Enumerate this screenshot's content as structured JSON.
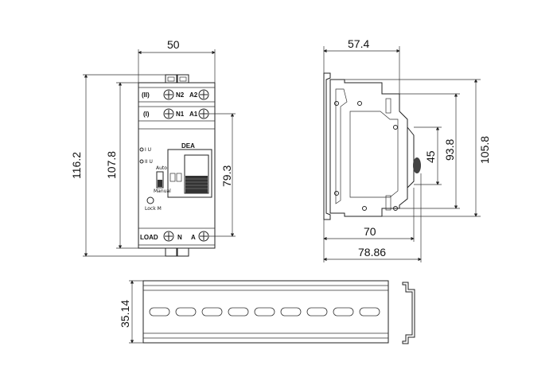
{
  "dimensions": {
    "front_width": "50",
    "front_height_overall": "116.2",
    "front_height_body": "107.8",
    "front_terminal_spacing": "79.3",
    "side_depth_top": "57.4",
    "side_height_overall": "105.8",
    "side_height_body": "93.8",
    "side_toggle_height": "45",
    "side_depth_70": "70",
    "side_depth_overall": "78.86",
    "rail_height": "35.14"
  },
  "labels": {
    "top_left_bracket": "(II)",
    "top_terminal_n": "N2",
    "top_terminal_a": "A2",
    "mid_left_bracket": "(I)",
    "mid_terminal_n": "N1",
    "mid_terminal_a": "A1",
    "load": "LOAD",
    "bottom_terminal_n": "N",
    "bottom_terminal_a": "A",
    "indicator_1": "I U",
    "indicator_2": "II U",
    "brand": "DEA",
    "auto": "Auto",
    "manual": "Manual",
    "lock": "Lock M"
  },
  "colors": {
    "line": "#222222",
    "background": "#ffffff",
    "dark_fill": "#333333"
  }
}
